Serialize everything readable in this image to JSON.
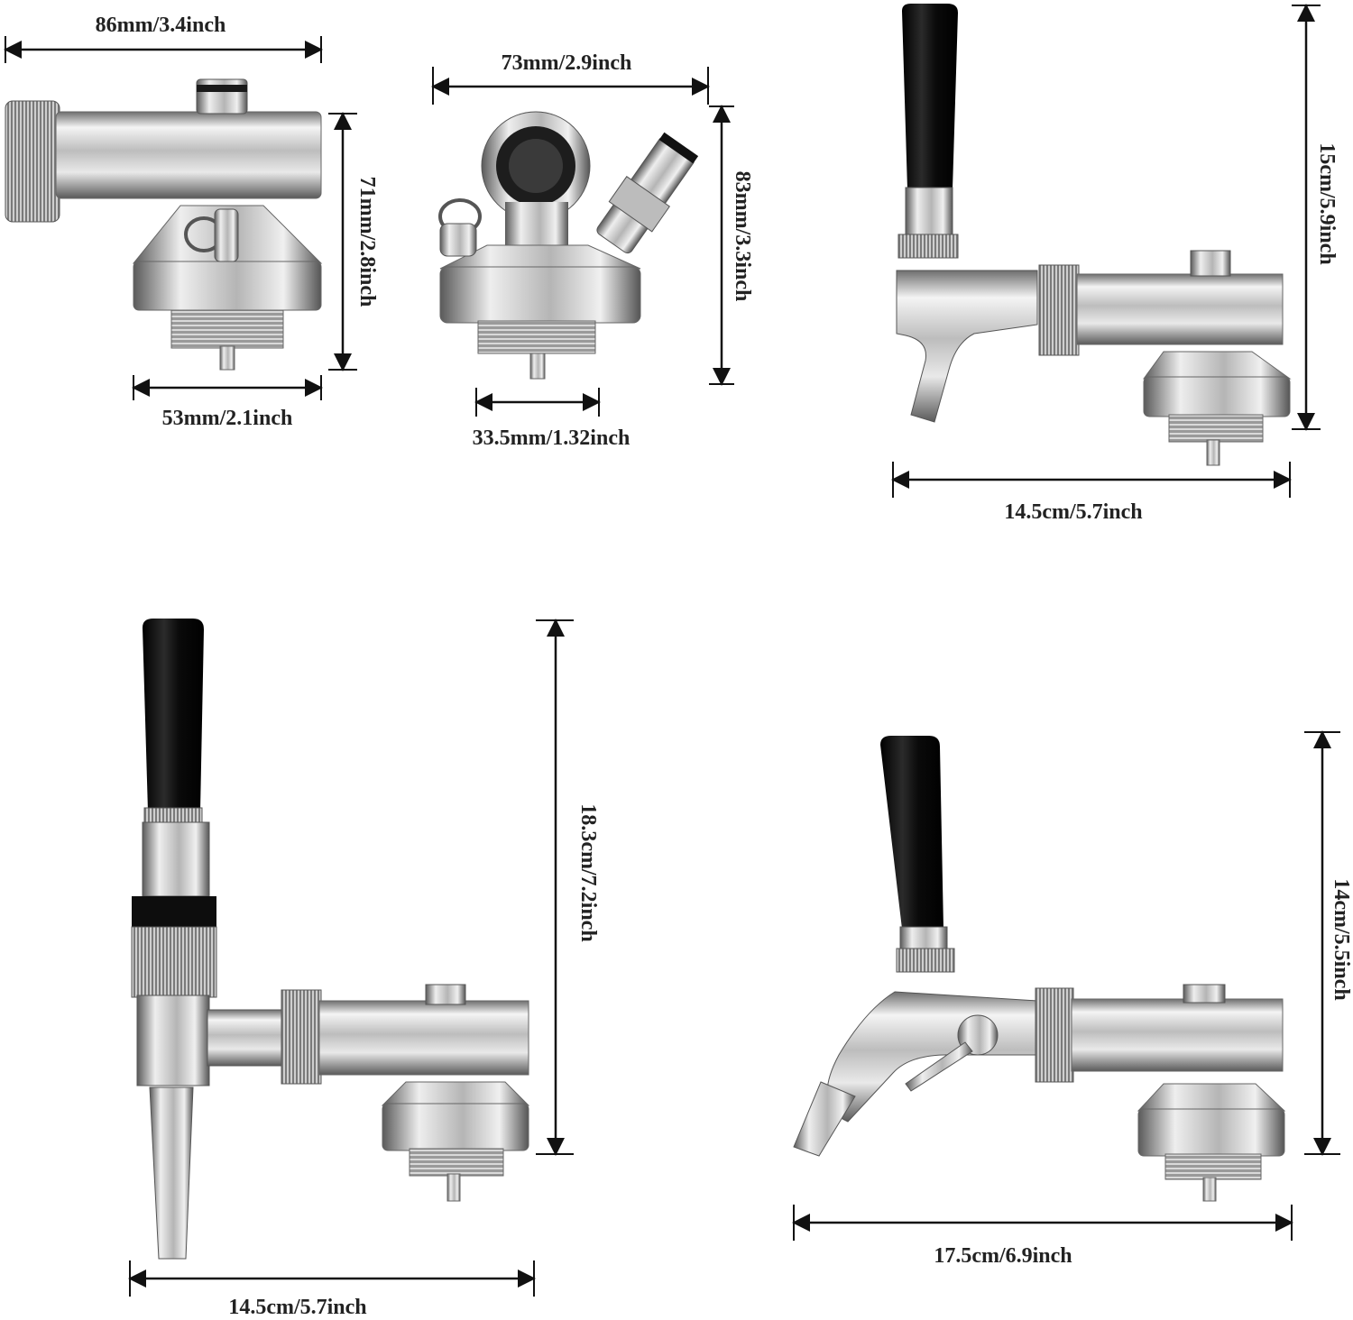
{
  "colors": {
    "background": "#ffffff",
    "dimension_line": "#111111",
    "steel_light": "#f2f2f2",
    "steel_mid": "#b9b9b9",
    "steel_dark": "#4a4a4a",
    "handle_black": "#0d0d0d"
  },
  "views": [
    {
      "id": "top-left-coupler",
      "component": "stainless keg coupler (side view)",
      "dimensions": {
        "overall_width": "86mm/3.4inch",
        "height": "71mm/2.8inch",
        "base_width": "53mm/2.1inch"
      }
    },
    {
      "id": "top-center-coupler",
      "component": "stainless keg coupler with ball-lock post (end view)",
      "dimensions": {
        "overall_width": "73mm/2.9inch",
        "height": "83mm/3.3inch",
        "base_width": "33.5mm/1.32inch"
      }
    },
    {
      "id": "top-right-faucet",
      "component": "standard tap faucet on coupler",
      "dimensions": {
        "height": "15cm/5.9inch",
        "width": "14.5cm/5.7inch"
      }
    },
    {
      "id": "bottom-left-faucet",
      "component": "stout nozzle faucet on coupler",
      "dimensions": {
        "height": "18.3cm/7.2inch",
        "width": "14.5cm/5.7inch"
      }
    },
    {
      "id": "bottom-right-faucet",
      "component": "flow-control faucet on coupler",
      "dimensions": {
        "height": "14cm/5.5inch",
        "width": "17.5cm/6.9inch"
      }
    }
  ]
}
